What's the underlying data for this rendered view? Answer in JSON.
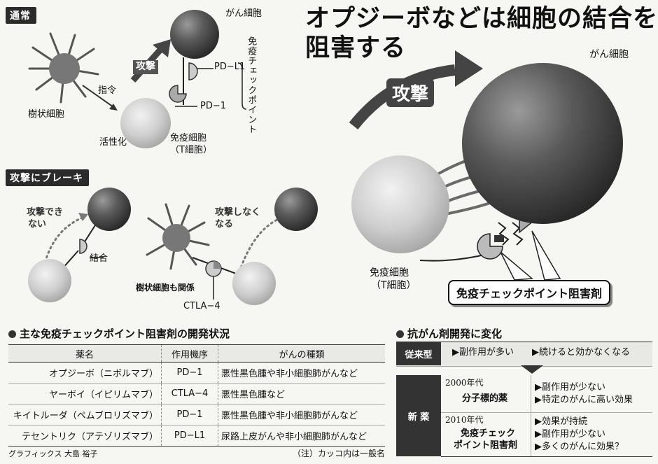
{
  "sections": {
    "normal": "通常",
    "brake": "攻撃にブレーキ"
  },
  "headline": {
    "line1": "オプジーボなどは細胞の結合を",
    "line2": "阻害する"
  },
  "diagram_normal": {
    "cancer_cell": "がん細胞",
    "attack": "攻撃",
    "pd_l1": "PD−L1",
    "pd_1": "PD−1",
    "checkpoint_vertical": "免疫チェックポイント",
    "dendritic": "樹状細胞",
    "command": "指令",
    "activate": "活性化",
    "immune_cell_1": "免疫細胞",
    "immune_cell_2": "（T細胞）"
  },
  "diagram_big": {
    "cancer_cell": "がん細胞",
    "attack": "攻撃",
    "immune_cell_1": "免疫細胞",
    "immune_cell_2": "（T細胞）",
    "inhibitor": "免疫チェックポイント阻害剤"
  },
  "diagram_brake": {
    "cannot_attack_1": "攻撃でき",
    "cannot_attack_2": "ない",
    "bind": "結合",
    "stop_attack_1": "攻撃しなく",
    "stop_attack_2": "なる",
    "dendritic_related": "樹状細胞も関係",
    "ctla4": "CTLA−4"
  },
  "drug_table": {
    "title": "主な免疫チェックポイント阻害剤の開発状況",
    "headers": [
      "薬名",
      "作用機序",
      "がんの種類"
    ],
    "rows": [
      [
        "オプジーボ（ニボルマブ）",
        "PD−1",
        "悪性黒色腫や非小細胞肺がんなど"
      ],
      [
        "ヤーボイ（イピリムマブ）",
        "CTLA−4",
        "悪性黒色腫など"
      ],
      [
        "キイトルーダ（ペムブロリズマブ）",
        "PD−1",
        "悪性黒色腫や非小細胞肺がんなど"
      ],
      [
        "テセントリク（アテゾリズマブ）",
        "PD−L1",
        "尿路上皮がんや非小細胞肺がんなど"
      ]
    ],
    "credit": "グラフィックス 大島 裕子",
    "note": "（注）カッコ内は一般名"
  },
  "change_panel": {
    "title": "抗がん剤開発に変化",
    "conventional_label": "従来型",
    "conventional_items": [
      "▶副作用が多い",
      "▶続けると効かなくなる"
    ],
    "new_label": "新 薬",
    "gen2000_year": "2000年代",
    "gen2000_name": "分子標的薬",
    "gen2000_items": [
      "▶副作用が少ない",
      "▶特定のがんに高い効果"
    ],
    "gen2010_year": "2010年代",
    "gen2010_name_1": "免疫チェック",
    "gen2010_name_2": "ポイント阻害剤",
    "gen2010_items": [
      "▶効果が持続",
      "▶副作用が少ない",
      "▶多くのがんに効果？"
    ]
  }
}
